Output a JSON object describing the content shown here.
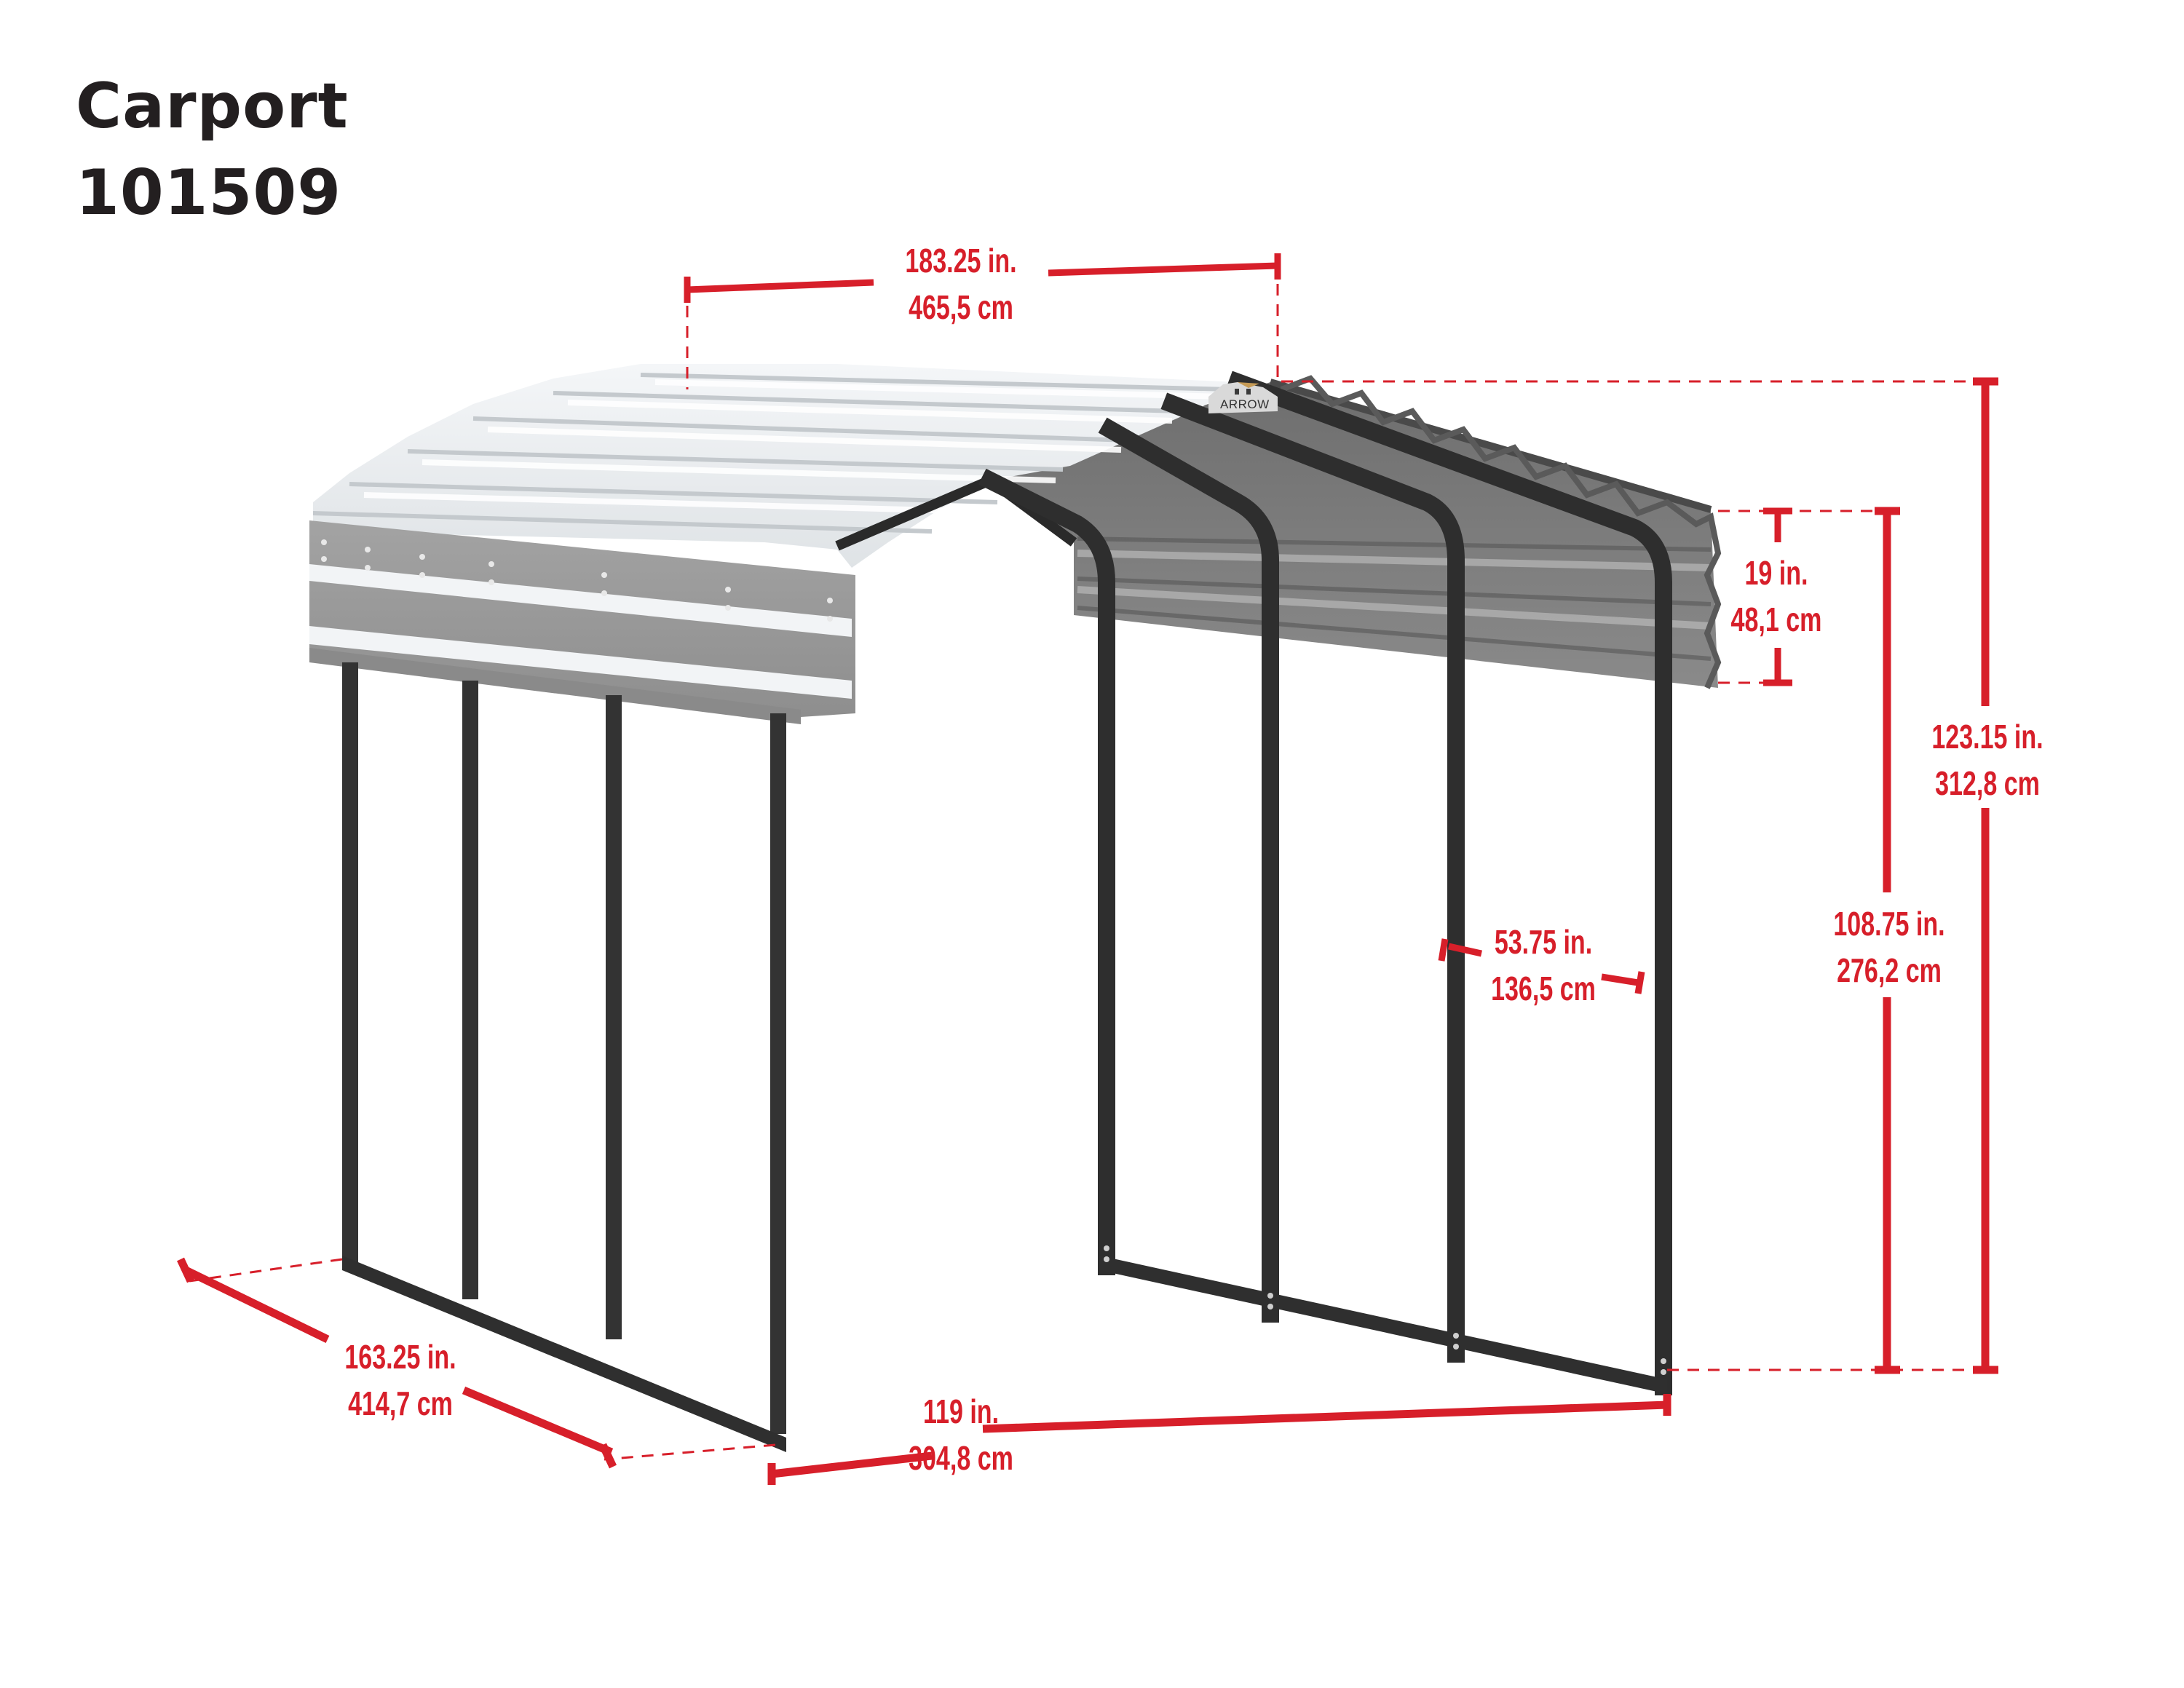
{
  "title": {
    "product_type": "Carport",
    "model_number": "101509"
  },
  "brand": {
    "logo_text": "ARROW"
  },
  "colors": {
    "dimension_red": "#d71f2a",
    "frame_dark": "#2f2f2f",
    "roof_light": "#e8ecef",
    "roof_side_gray": "#9a9a9a",
    "title_text": "#231f20"
  },
  "dimensions": {
    "roof_length": {
      "inches": "183.25 in.",
      "cm": "465,5 cm"
    },
    "roof_overhang_drop": {
      "inches": "19 in.",
      "cm": "48,1 cm"
    },
    "peak_height": {
      "inches": "123.15 in.",
      "cm": "312,8 cm"
    },
    "eave_height": {
      "inches": "108.75 in.",
      "cm": "276,2 cm"
    },
    "post_spacing": {
      "inches": "53.75 in.",
      "cm": "136,5 cm"
    },
    "base_length": {
      "inches": "163.25 in.",
      "cm": "414,7 cm"
    },
    "base_width": {
      "inches": "119 in.",
      "cm": "304,8 cm"
    }
  }
}
